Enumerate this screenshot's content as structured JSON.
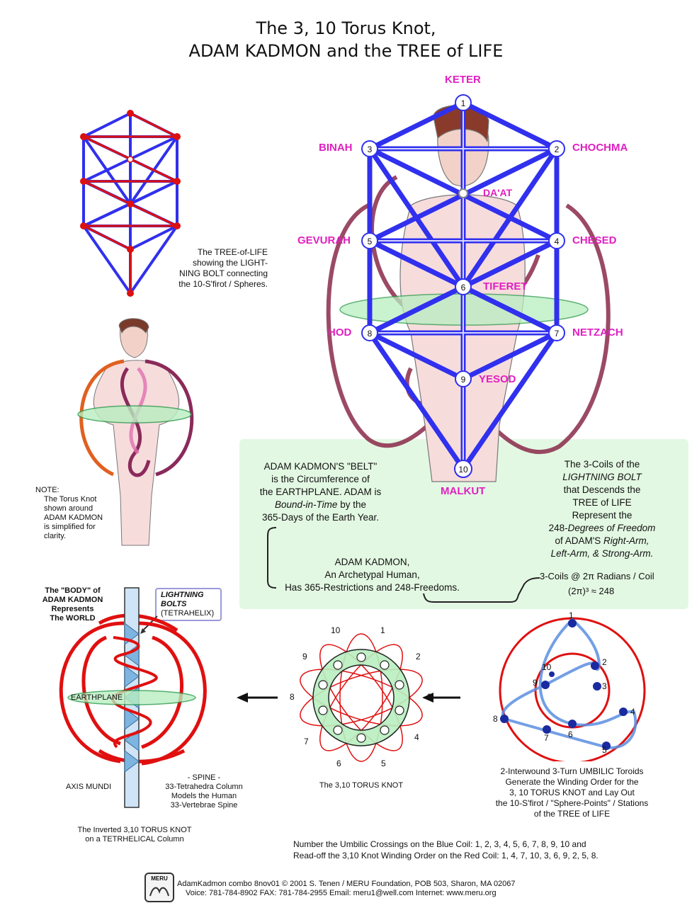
{
  "title": {
    "line1": "The 3, 10 Torus Knot,",
    "line2": "ADAM KADMON and the TREE of LIFE"
  },
  "sefirot": {
    "keter": "KETER",
    "chochma": "CHOCHMA",
    "binah": "BINAH",
    "daat": "DA'AT",
    "chesed": "CHESED",
    "gevurah": "GEVURAH",
    "tiferet": "TIFERET",
    "netzach": "NETZACH",
    "hod": "HOD",
    "yesod": "YESOD",
    "malkut": "MALKUT"
  },
  "tree_numbers": [
    "1",
    "2",
    "3",
    "4",
    "5",
    "6",
    "7",
    "8",
    "9",
    "10"
  ],
  "tree_caption": {
    "l1": "The TREE-of-LIFE",
    "l2": "showing the LIGHT-",
    "l3": "NING BOLT connecting",
    "l4": "the 10-S'firot / Spheres."
  },
  "note": {
    "l1": "NOTE:",
    "l2": "The Torus Knot",
    "l3": "shown around",
    "l4": "ADAM KADMON",
    "l5": "is simplified for",
    "l6": "clarity."
  },
  "belt": {
    "l1": "ADAM KADMON'S \"BELT\"",
    "l2": "is the Circumference of",
    "l3": "the EARTHPLANE. ADAM is",
    "l4": "Bound-in-Time",
    "l4b": " by the",
    "l5": "365-Days of the Earth Year."
  },
  "archetype": {
    "l1": "ADAM KADMON,",
    "l2": "An Archetypal Human,",
    "l3": "Has 365-Restrictions and 248-Freedoms."
  },
  "coils": {
    "l1": "The 3-Coils of the",
    "l2": "LIGHTNING BOLT",
    "l3": "that Descends the",
    "l4": "TREE of LIFE",
    "l5": "Represent the",
    "l6a": "248-",
    "l6b": "Degrees of Freedom",
    "l7": "of ADAM'S ",
    "l7b": "Right-Arm,",
    "l8": "Left-Arm, & Strong-Arm.",
    "formula1": "3-Coils  @  2π  Radians / Coil",
    "formula2": "(2π)³  ≈  248"
  },
  "body": {
    "l1": "The \"BODY\" of",
    "l2": "ADAM KADMON",
    "l3": "Represents",
    "l4": "The WORLD",
    "bolts1": "LIGHTNING",
    "bolts2": "BOLTS",
    "bolts3": "(TETRAHELIX)",
    "earthplane": "EARTHPLANE",
    "axis": "AXIS MUNDI",
    "spine1": "- SPINE -",
    "spine2": "33-Tetrahedra Column",
    "spine3": "Models the Human",
    "spine4": "33-Vertebrae Spine",
    "cap1": "The Inverted 3,10 TORUS KNOT",
    "cap2": "on a TETRHELICAL Column"
  },
  "torus": {
    "numbers": [
      "1",
      "2",
      "3",
      "4",
      "5",
      "6",
      "7",
      "8",
      "9",
      "10"
    ],
    "caption": "The 3,10 TORUS KNOT"
  },
  "umbilic": {
    "numbers": [
      "1",
      "2",
      "3",
      "4",
      "5",
      "6",
      "7",
      "8",
      "9",
      "10"
    ],
    "c1": "2-Interwound 3-Turn UMBILIC Toroids",
    "c2": "Generate  the Winding Order for the",
    "c3": "3, 10  TORUS KNOT and Lay Out",
    "c4": "the 10-S'firot / \"Sphere-Points\" / Stations",
    "c5": "of the TREE of LIFE"
  },
  "numbering": {
    "l1": "Number the Umbilic Crossings on the Blue Coil: 1, 2, 3, 4, 5, 6, 7, 8, 9, 10  and",
    "l2": "Read-off the 3,10 Knot Winding Order on the Red Coil: 1, 4, 7, 10, 3, 6, 9, 2, 5, 8."
  },
  "footer": {
    "logo": "MERU",
    "l1": "AdamKadmon combo 8nov01 © 2001 S. Tenen / MERU Foundation, POB 503, Sharon, MA 02067",
    "l2": "Voice: 781-784-8902   FAX: 781-784-2955  Email: meru1@well.com     Internet: www.meru.org"
  },
  "colors": {
    "magenta": "#e020c0",
    "tree_blue": "#3030ee",
    "knot_red": "#e01010",
    "coil_purple": "#8a2a4a",
    "belt_green": "#b8eec0"
  }
}
